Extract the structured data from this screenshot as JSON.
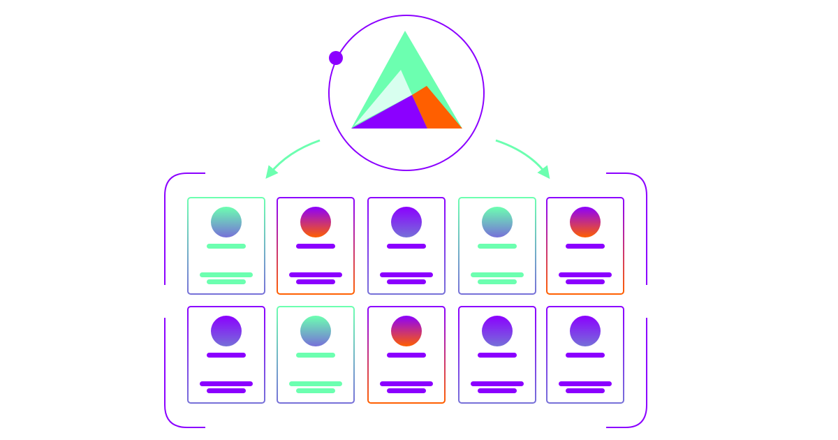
{
  "colors": {
    "purple": "#8B00FF",
    "green": "#6CFFB0",
    "orange": "#FF5F00",
    "pale_green": "#D8FFEF",
    "periwinkle": "#7670D8",
    "frame_stroke": "#8B00FF"
  },
  "hub": {
    "logo_icon": "triangle-logo-icon",
    "ring_icon": "orbit-ring-icon",
    "orbit_dot_icon": "orbit-dot-icon"
  },
  "arrows": [
    {
      "icon": "arrow-left-down-icon",
      "color": "green"
    },
    {
      "icon": "arrow-right-down-icon",
      "color": "green"
    }
  ],
  "cards": [
    {
      "row": 0,
      "col": 0,
      "variant": "green"
    },
    {
      "row": 0,
      "col": 1,
      "variant": "orange"
    },
    {
      "row": 0,
      "col": 2,
      "variant": "purple"
    },
    {
      "row": 0,
      "col": 3,
      "variant": "green"
    },
    {
      "row": 0,
      "col": 4,
      "variant": "orange"
    },
    {
      "row": 1,
      "col": 0,
      "variant": "purple"
    },
    {
      "row": 1,
      "col": 1,
      "variant": "green"
    },
    {
      "row": 1,
      "col": 2,
      "variant": "orange"
    },
    {
      "row": 1,
      "col": 3,
      "variant": "purple"
    },
    {
      "row": 1,
      "col": 4,
      "variant": "purple"
    }
  ]
}
